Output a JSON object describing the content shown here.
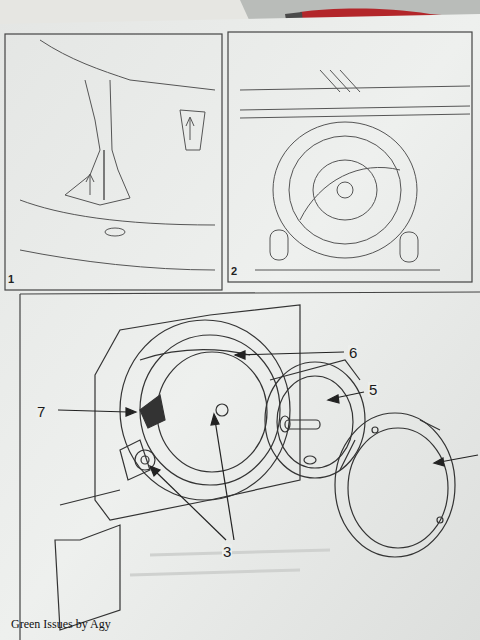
{
  "diagram": {
    "nodes": [
      {
        "text": [
          "1"
        ]
      },
      {
        "text": [
          "2"
        ]
      }
    ],
    "labels": [
      "6",
      "7",
      "5",
      "3",
      "Green Issues by Agy"
    ]
  }
}
